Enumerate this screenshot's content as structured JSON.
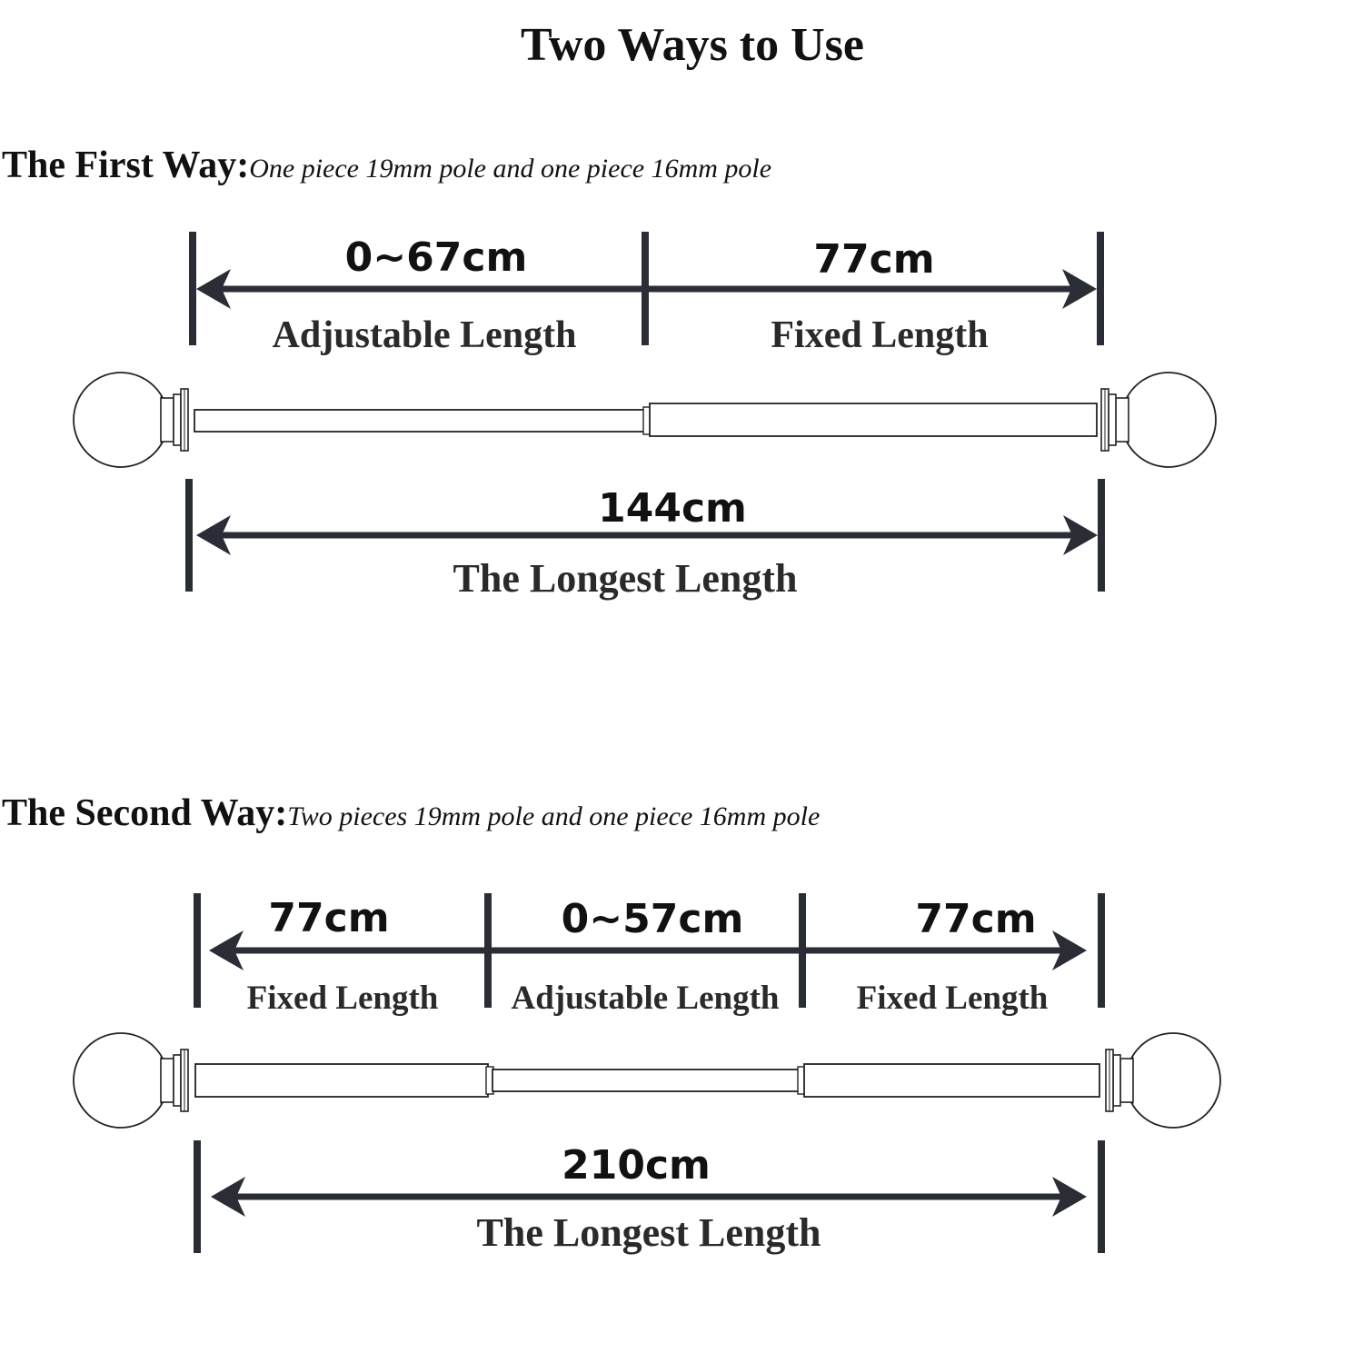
{
  "title": "Two Ways to Use",
  "colors": {
    "dimension_line": "#2b2d36",
    "text": "#111111",
    "label_text": "#2a2a2a",
    "rod_stroke": "#222222",
    "rod_fill": "#ffffff"
  },
  "icons": [
    "ball-finial-icon",
    "arrow-head-icon"
  ],
  "first_way": {
    "heading": "The First Way:",
    "description": "One piece 19mm pole and one piece 16mm pole",
    "segments": [
      {
        "measure": "0~67cm",
        "label": "Adjustable Length"
      },
      {
        "measure": "77cm",
        "label": "Fixed Length"
      }
    ],
    "total": {
      "measure": "144cm",
      "label": "The Longest Length"
    }
  },
  "second_way": {
    "heading": "The Second Way:",
    "description": "Two pieces 19mm pole and one piece 16mm pole",
    "segments": [
      {
        "measure": "77cm",
        "label": "Fixed Length"
      },
      {
        "measure": "0~57cm",
        "label": "Adjustable Length"
      },
      {
        "measure": "77cm",
        "label": "Fixed Length"
      }
    ],
    "total": {
      "measure": "210cm",
      "label": "The Longest Length"
    }
  }
}
